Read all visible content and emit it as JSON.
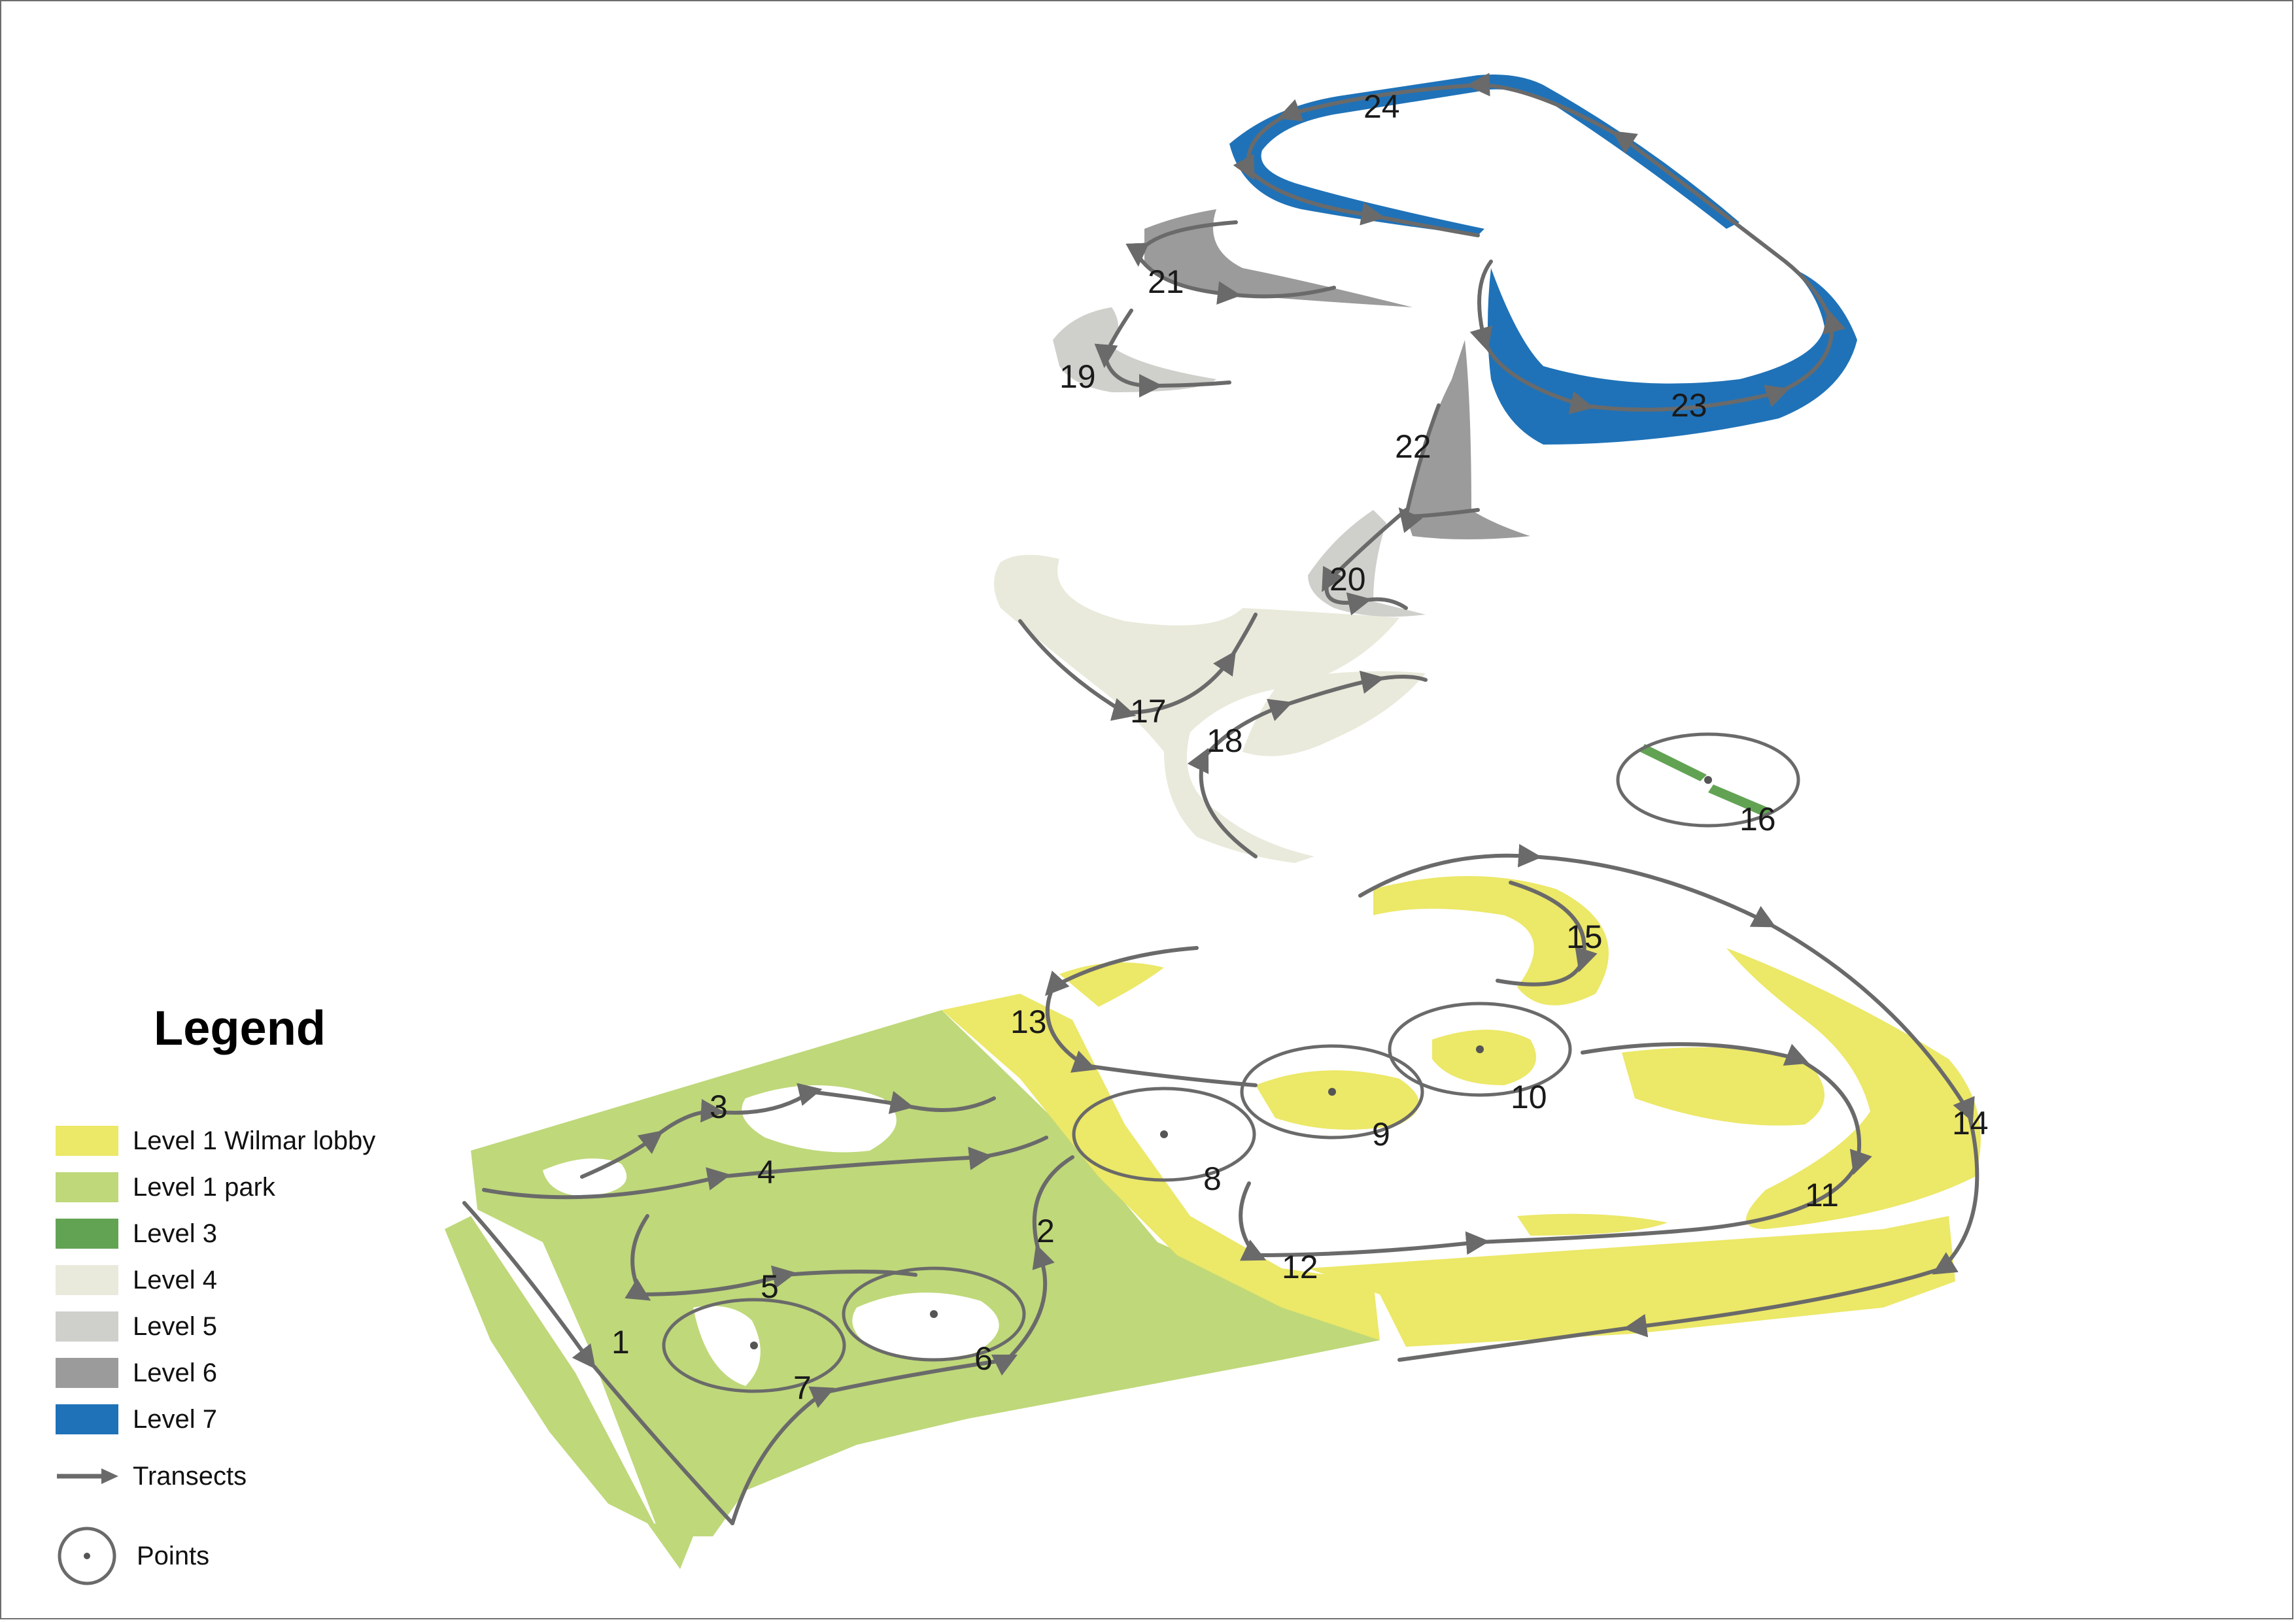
{
  "legend": {
    "title": "Legend",
    "items": [
      {
        "label": "Level 1 Wilmar lobby",
        "color": "#ece868"
      },
      {
        "label": "Level 1 park",
        "color": "#bfd87a"
      },
      {
        "label": "Level 3",
        "color": "#62a353"
      },
      {
        "label": "Level 4",
        "color": "#e9eadb"
      },
      {
        "label": "Level 5",
        "color": "#cfcfcb"
      },
      {
        "label": "Level 6",
        "color": "#9b9b9b"
      },
      {
        "label": "Level 7",
        "color": "#1f72b8"
      }
    ],
    "transects_label": "Transects",
    "points_label": "Points"
  },
  "map_labels": [
    "1",
    "2",
    "3",
    "4",
    "5",
    "6",
    "7",
    "8",
    "9",
    "10",
    "11",
    "12",
    "13",
    "14",
    "15",
    "16",
    "17",
    "18",
    "19",
    "20",
    "21",
    "22",
    "23",
    "24"
  ],
  "colors": {
    "transect_line": "#6a6a6a",
    "frame": "#6e6e6e"
  }
}
